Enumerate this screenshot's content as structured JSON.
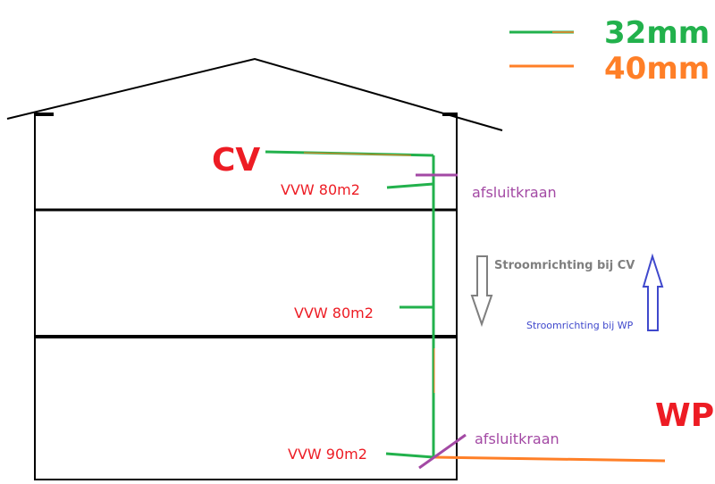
{
  "colors": {
    "pipe_32": "#22b14c",
    "pipe_40": "#ff7f27",
    "heating": "#ed1c24",
    "valve": "#a349a4",
    "flow_cv": "#7f7f7f",
    "flow_wp": "#3f48cc",
    "outline": "#000000"
  },
  "legend": {
    "green_label": "32mm",
    "orange_label": "40mm"
  },
  "labels": {
    "cv": "CV",
    "wp": "WP",
    "floor_top": "VVW 80m2",
    "floor_middle": "VVW 80m2",
    "floor_bottom": "VVW 90m2",
    "valve_top": "afsluitkraan",
    "valve_bottom": "afsluitkraan",
    "flow_cv": "Stroomrichting bij CV",
    "flow_wp": "Stroomrichting bij WP"
  },
  "icons": {
    "flow_cv_arrow": "arrow-down-icon",
    "flow_wp_arrow": "arrow-up-icon",
    "valve_symbol": "valve-slash-icon"
  }
}
